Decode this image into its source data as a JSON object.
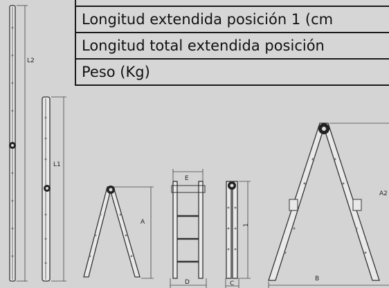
{
  "table": {
    "rows": [
      "Longitud extendida posición 1 (cm",
      "Longitud total extendida posición",
      "Peso (Kg)"
    ]
  },
  "dimension_labels": {
    "L2": "L2",
    "L1": "L1",
    "A": "A",
    "E": "E",
    "D": "D",
    "one": "1",
    "C": "C",
    "A2": "A2",
    "B": "B"
  }
}
